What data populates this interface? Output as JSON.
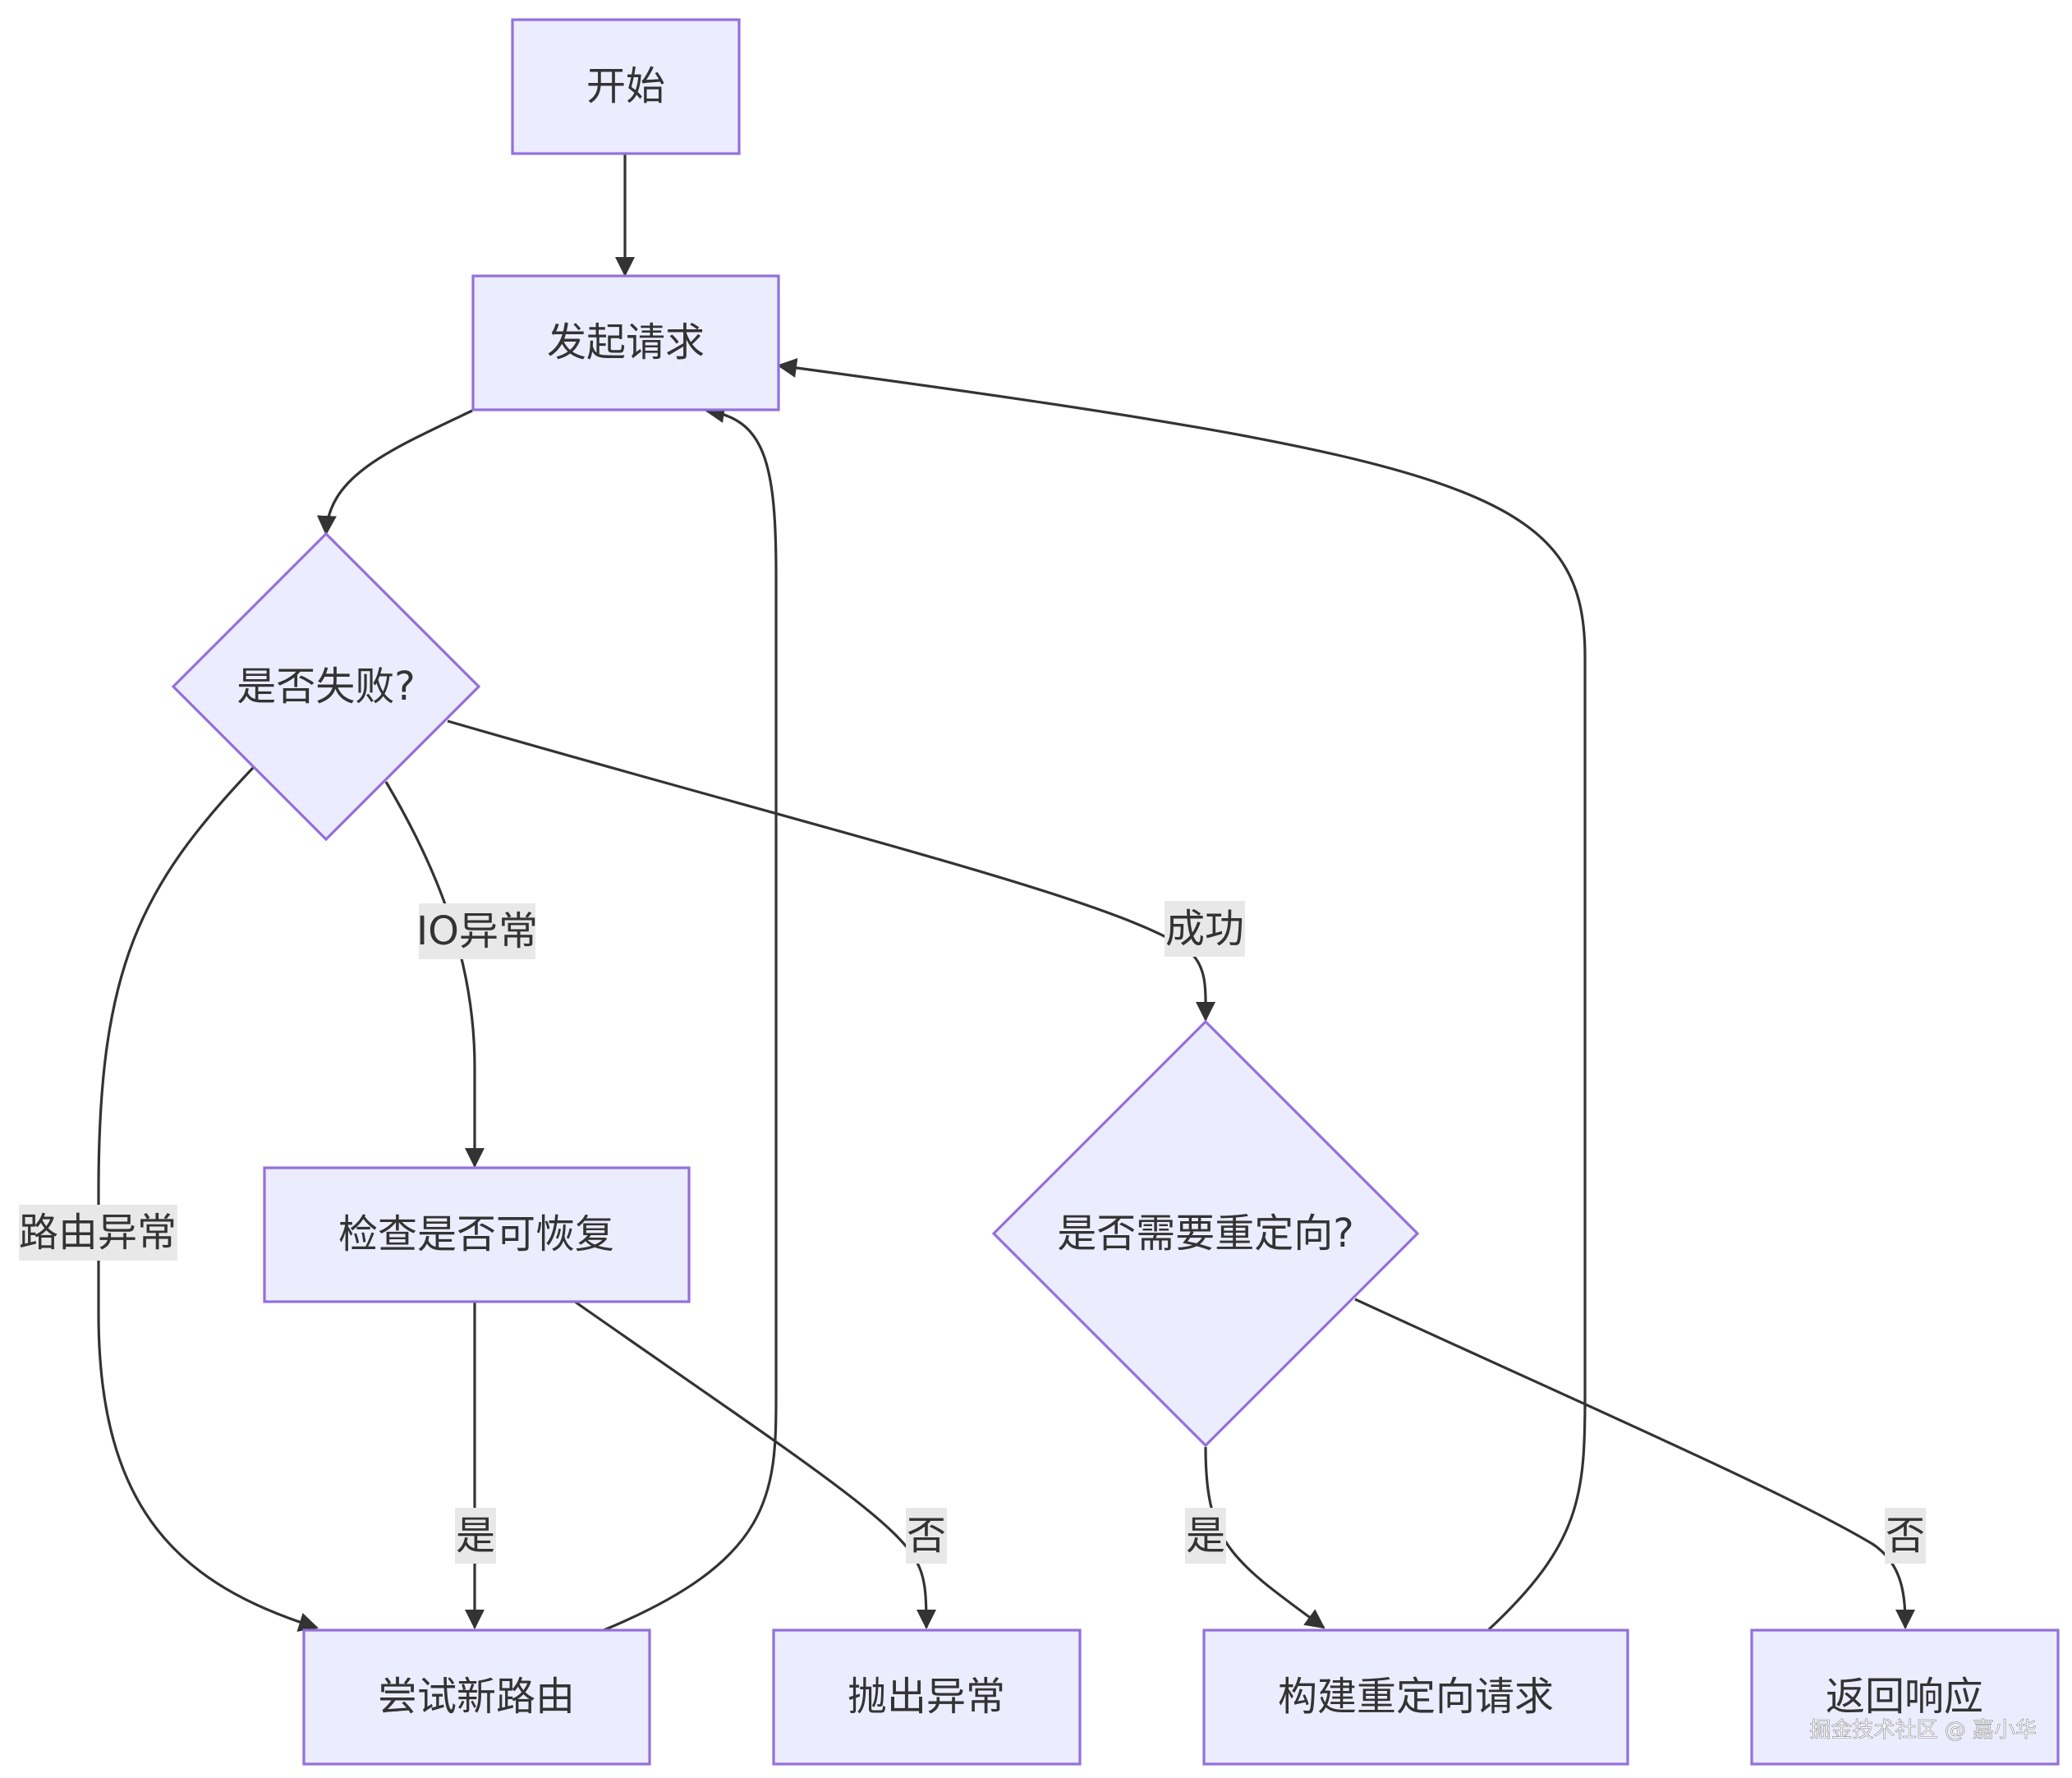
{
  "nodes": {
    "start": "开始",
    "send_request": "发起请求",
    "is_failed": "是否失败?",
    "check_recoverable": "检查是否可恢复",
    "need_redirect": "是否需要重定向?",
    "try_new_route": "尝试新路由",
    "throw_exception": "抛出异常",
    "build_redirect": "构建重定向请求",
    "return_response": "返回响应"
  },
  "edge_labels": {
    "io_exception": "IO异常",
    "route_exception": "路由异常",
    "success": "成功",
    "recoverable_yes": "是",
    "recoverable_no": "否",
    "redirect_yes": "是",
    "redirect_no": "否"
  },
  "watermark": "掘金技术社区 @ 嘉小华",
  "colors": {
    "node_fill": "#ECECFF",
    "node_stroke": "#9370DB",
    "edge": "#333333",
    "label_bg": "#E8E8E8",
    "text": "#333333"
  }
}
